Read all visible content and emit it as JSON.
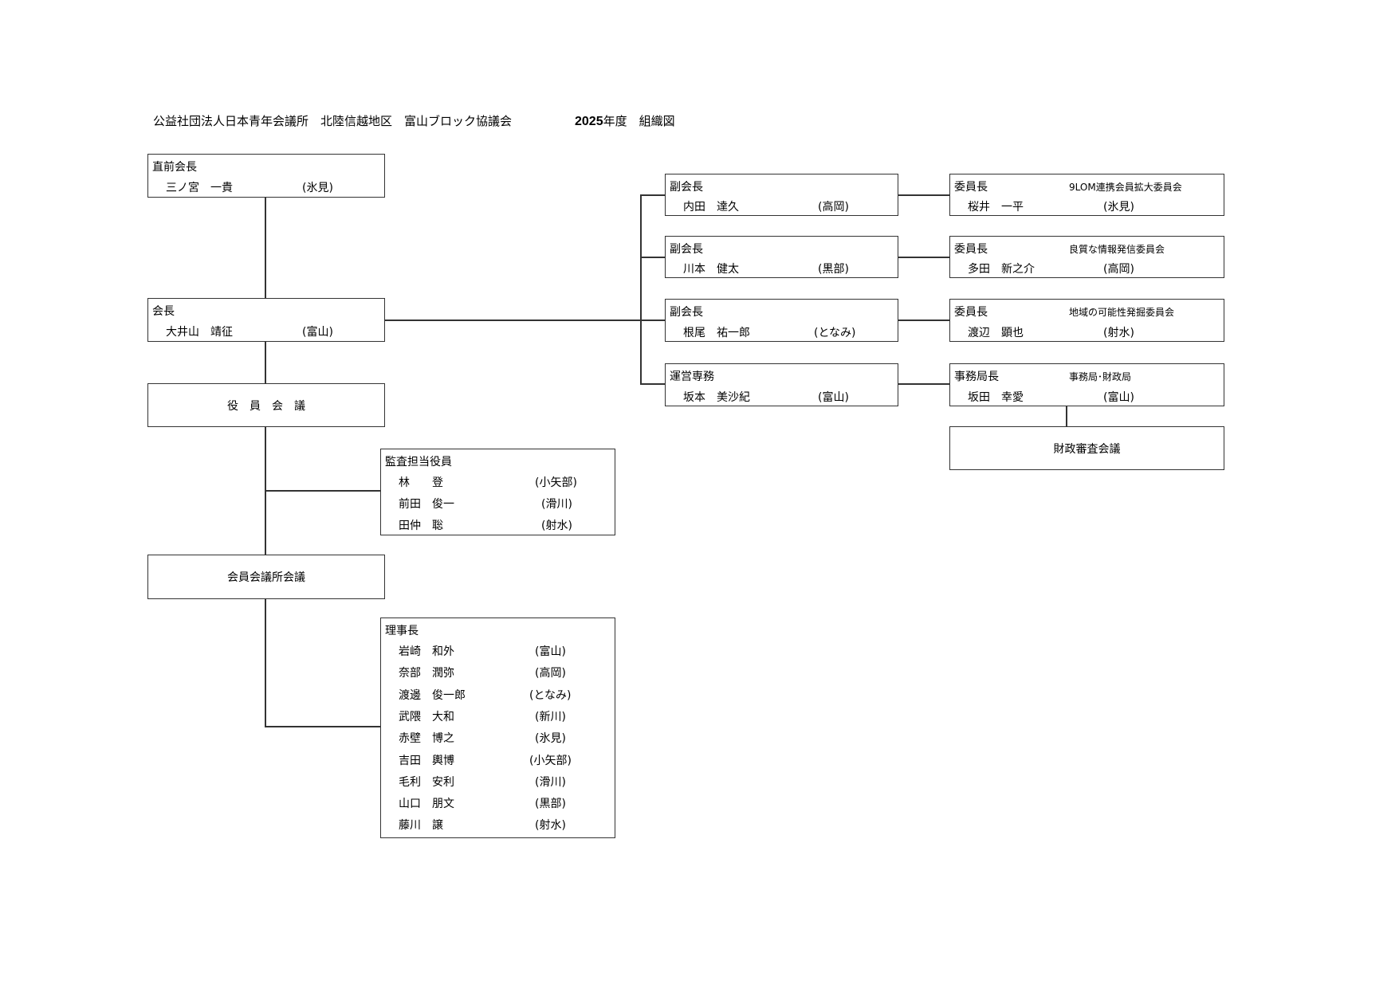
{
  "title": {
    "org": "公益社団法人日本青年会議所　北陸信越地区　富山ブロック協議会",
    "year": "2025",
    "year_suffix": "年度　組織図"
  },
  "left": {
    "past_president": {
      "role": "直前会長",
      "name": "三ノ宮　一貴",
      "loc": "(氷見)"
    },
    "president": {
      "role": "会長",
      "name": "大井山　靖征",
      "loc": "(富山)"
    },
    "executive_meeting": "役　員　会　議",
    "auditors": {
      "role": "監査担当役員",
      "members": [
        {
          "name": "林　　登",
          "loc": "(小矢部)"
        },
        {
          "name": "前田　俊一",
          "loc": "(滑川)"
        },
        {
          "name": "田仲　聡",
          "loc": "(射水)"
        }
      ]
    },
    "member_lom_meeting": "会員会議所会議",
    "directors": {
      "role": "理事長",
      "members": [
        {
          "name": "岩崎　和外",
          "loc": "(富山)"
        },
        {
          "name": "奈部　潤弥",
          "loc": "(高岡)"
        },
        {
          "name": "渡邊　俊一郎",
          "loc": "(となみ)"
        },
        {
          "name": "武隈　大和",
          "loc": "(新川)"
        },
        {
          "name": "赤壁　博之",
          "loc": "(氷見)"
        },
        {
          "name": "吉田　輿博",
          "loc": "(小矢部)"
        },
        {
          "name": "毛利　安利",
          "loc": "(滑川)"
        },
        {
          "name": "山口　朋文",
          "loc": "(黒部)"
        },
        {
          "name": "藤川　譲",
          "loc": "(射水)"
        }
      ]
    }
  },
  "right": {
    "rows": [
      {
        "officer": {
          "role": "副会長",
          "name": "内田　達久",
          "loc": "(高岡)"
        },
        "chair": {
          "role": "委員長",
          "committee": "9LOM連携会員拡大委員会",
          "name": "桜井　一平",
          "loc": "(氷見)"
        }
      },
      {
        "officer": {
          "role": "副会長",
          "name": "川本　健太",
          "loc": "(黒部)"
        },
        "chair": {
          "role": "委員長",
          "committee": "良質な情報発信委員会",
          "name": "多田　新之介",
          "loc": "(高岡)"
        }
      },
      {
        "officer": {
          "role": "副会長",
          "name": "根尾　祐一郎",
          "loc": "(となみ)"
        },
        "chair": {
          "role": "委員長",
          "committee": "地域の可能性発掘委員会",
          "name": "渡辺　顕也",
          "loc": "(射水)"
        }
      },
      {
        "officer": {
          "role": "運営専務",
          "name": "坂本　美沙紀",
          "loc": "(富山)"
        },
        "chair": {
          "role": "事務局長",
          "committee": "事務局･財政局",
          "name": "坂田　幸愛",
          "loc": "(富山)"
        }
      }
    ],
    "finance_review_meeting": "財政審査会議"
  }
}
